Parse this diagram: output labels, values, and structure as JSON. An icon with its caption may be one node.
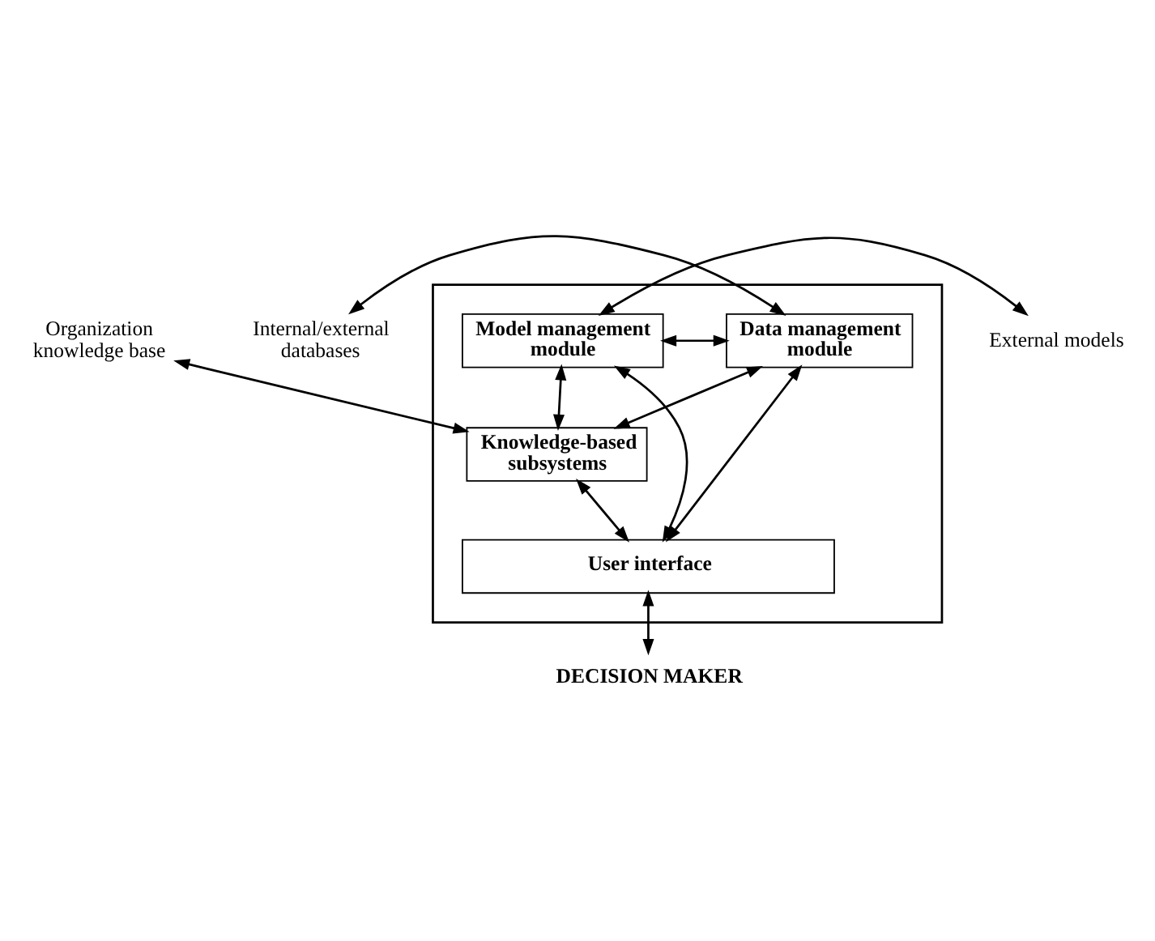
{
  "diagram": {
    "nodes": [
      {
        "text": [
          "Internal/external databases"
        ]
      },
      {
        "text": [
          "Organization knowledge base"
        ]
      },
      {
        "text": [
          "External models"
        ]
      },
      {
        "text": [],
        "shape": "box"
      },
      {
        "text": [
          "Data management module"
        ],
        "in": 3
      },
      {
        "text": [
          "Model management module"
        ],
        "in": 3
      },
      {
        "text": [
          "Knowledge-based subsystems"
        ],
        "in": 3
      },
      {
        "text": [
          "User interface"
        ],
        "in": 3
      },
      {
        "text": [
          "DECISION MAKER"
        ]
      }
    ],
    "edges": [
      {
        "from": 0,
        "to": 4,
        "arrow": "both"
      },
      {
        "from": 1,
        "to": 6,
        "arrow": "both"
      },
      {
        "from": 2,
        "to": 5,
        "arrow": "both"
      },
      {
        "from": 4,
        "to": 5,
        "arrow": "both"
      },
      {
        "from": 4,
        "to": 6,
        "arrow": "both"
      },
      {
        "from": 5,
        "to": 6,
        "arrow": "both"
      },
      {
        "from": 4,
        "to": 7,
        "arrow": "both"
      },
      {
        "from": 5,
        "to": 7,
        "arrow": "both"
      },
      {
        "from": 6,
        "to": 7,
        "arrow": "both"
      },
      {
        "from": 7,
        "to": 8,
        "arrow": "both"
      }
    ]
  }
}
